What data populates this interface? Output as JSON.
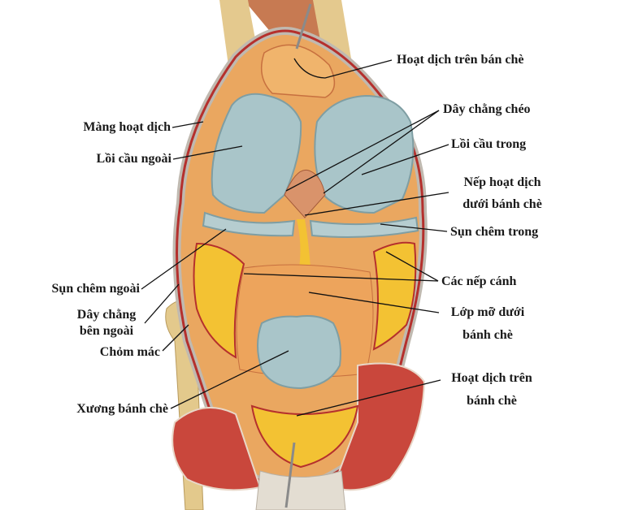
{
  "labels": {
    "hoat_dich_tren_ban_che": "Hoạt dịch trên bán chè",
    "mang_hoat_dich": "Màng hoạt dịch",
    "day_chang_cheo": "Dây chằng chéo",
    "loi_cau_ngoai": "Lồi cầu ngoài",
    "loi_cau_trong": "Lồi cầu trong",
    "nep_hoat_dich_1": "Nếp hoạt dịch",
    "nep_hoat_dich_2": "dưới bánh chè",
    "sun_chem_trong": "Sụn chêm trong",
    "sun_chem_ngoai": "Sụn chêm ngoài",
    "cac_nep_canh": "Các nếp cánh",
    "day_chang_ben_ngoai_1": "Dây chằng",
    "day_chang_ben_ngoai_2": "bên ngoài",
    "lop_mo_duoi_1": "Lớp mỡ dưới",
    "lop_mo_duoi_2": "bánh chè",
    "chom_mac": "Chỏm mác",
    "hoat_dich_tren_banh_che_1": "Hoạt dịch trên",
    "hoat_dich_tren_banh_che_2": "bánh chè",
    "xuong_banh_che": "Xương bánh chè"
  },
  "colors": {
    "cartilage": "#a9c5c9",
    "synovium": "#e9a35e",
    "fat": "#f3c233",
    "muscle": "#c9473c",
    "bone": "#e3c98c",
    "membrane_edge": "#b5302d"
  }
}
